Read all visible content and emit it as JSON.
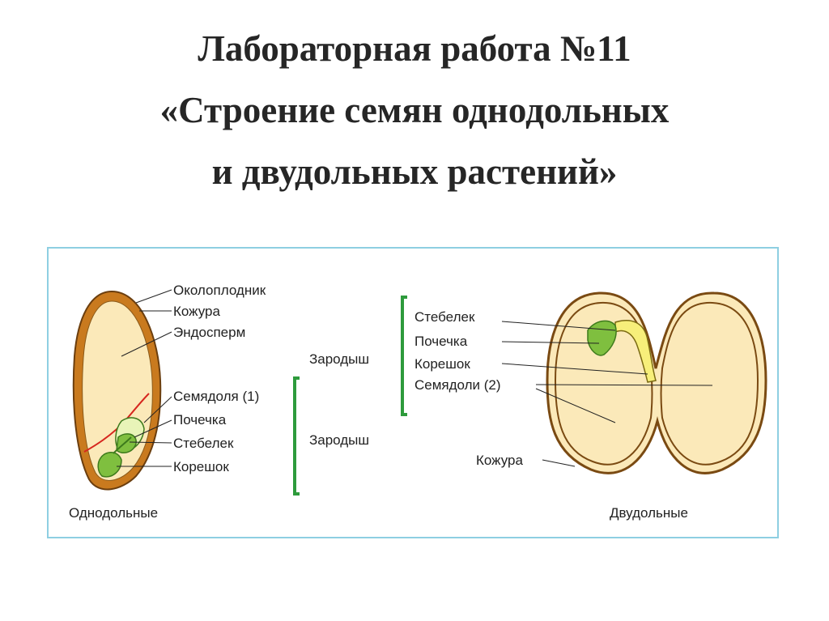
{
  "title": {
    "line1": "Лабораторная работа №11",
    "line2": "«Строение семян однодольных",
    "line3": "и двудольных растений»"
  },
  "monocot": {
    "caption": "Однодольные",
    "labels": {
      "pericarp": "Околоплодник",
      "coat": "Кожура",
      "endosperm": "Эндосперм",
      "cotyledon": "Семядоля (1)",
      "bud": "Почечка",
      "stem": "Стебелек",
      "root": "Корешок"
    },
    "embryo_label": "Зародыш"
  },
  "dicot": {
    "caption": "Двудольные",
    "labels": {
      "stem": "Стебелек",
      "bud": "Почечка",
      "root": "Корешок",
      "cotyledons": "Семядоли (2)",
      "coat": "Кожура"
    },
    "embryo_label": "Зародыш"
  },
  "colors": {
    "coat": "#7a4a12",
    "pericarp": "#c97a1e",
    "endosperm": "#fbe9b9",
    "embryo": "#7fbf3f",
    "embryo_dark": "#3d7a1c",
    "red_line": "#d6261e",
    "bracket": "#2e9b3c",
    "frame": "#8ecfe2"
  }
}
